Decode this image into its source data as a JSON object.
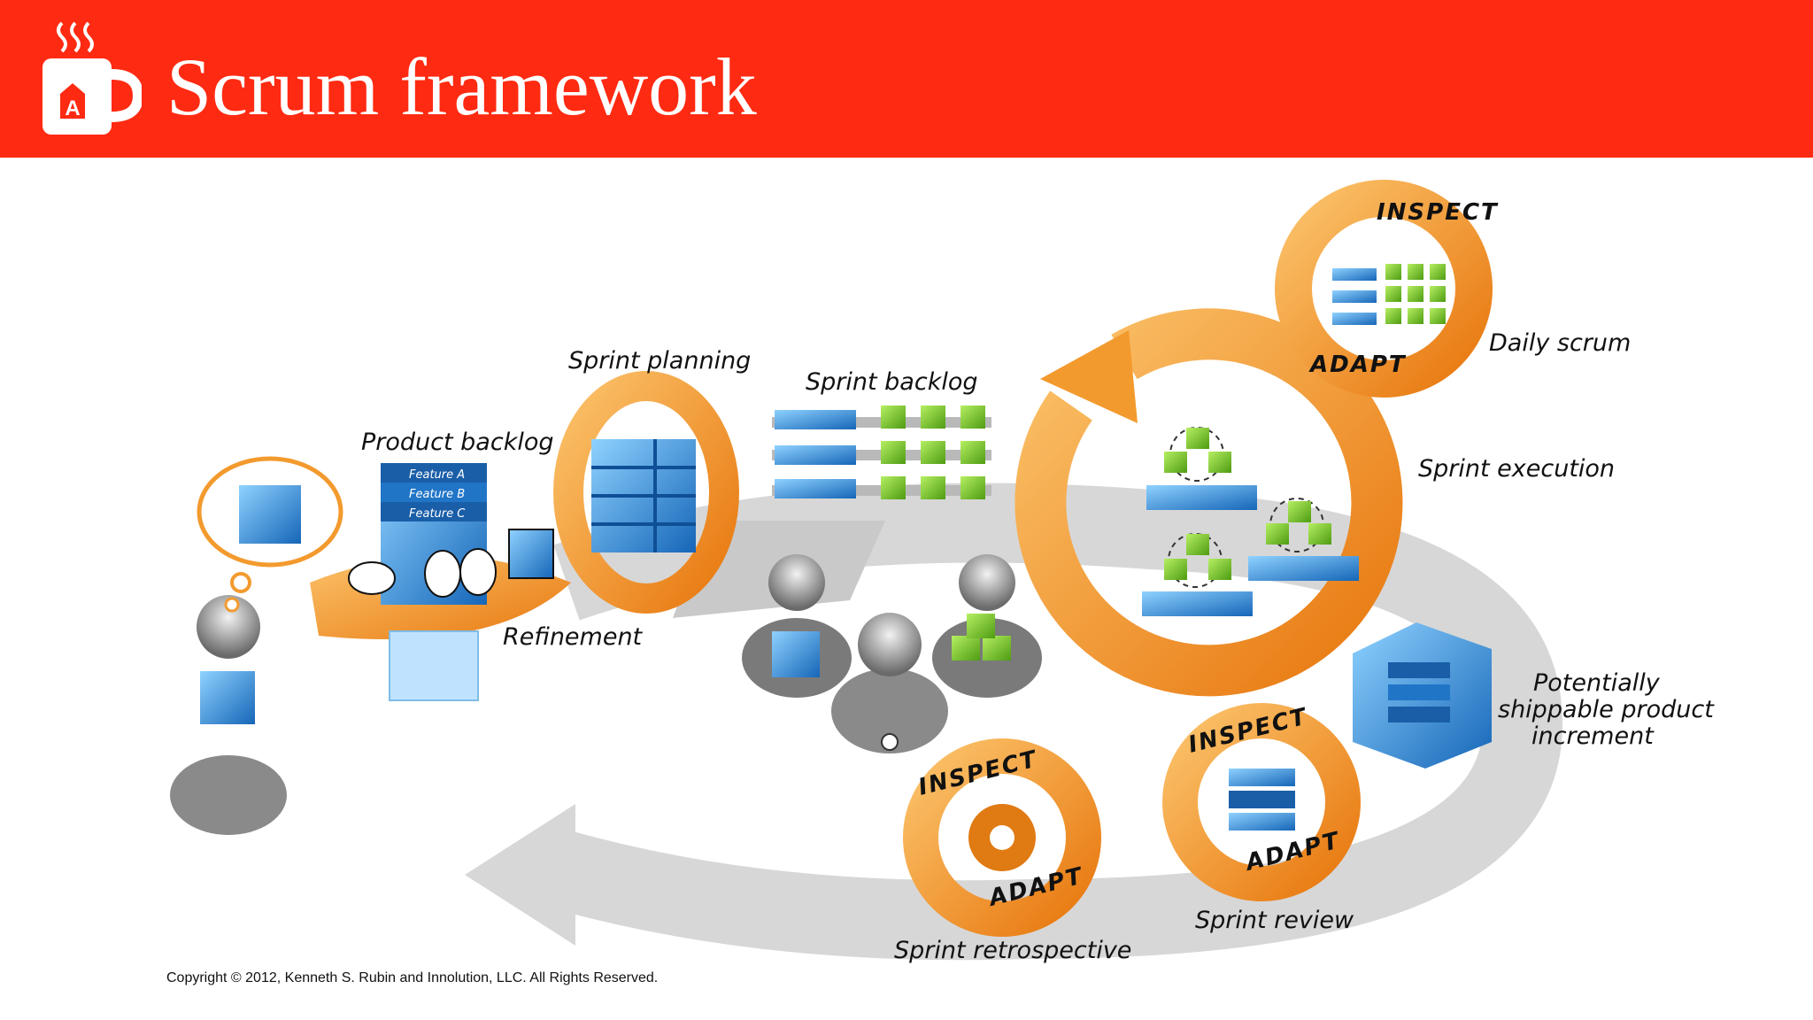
{
  "header": {
    "title": "Scrum framework",
    "background_color": "#ff2a12",
    "logo_icon": "coffee-mug-icon",
    "logo_letter": "A"
  },
  "diagram": {
    "labels": {
      "product_backlog": "Product backlog",
      "sprint_planning": "Sprint planning",
      "sprint_backlog": "Sprint backlog",
      "daily_scrum": "Daily scrum",
      "sprint_execution": "Sprint execution",
      "refinement": "Refinement",
      "potentially_line1": "Potentially",
      "potentially_line2": "shippable product",
      "potentially_line3": "increment",
      "sprint_review": "Sprint review",
      "sprint_retrospective": "Sprint retrospective"
    },
    "features": [
      "Feature A",
      "Feature B",
      "Feature C"
    ],
    "inspect_word": "INSPECT",
    "adapt_word": "ADAPT",
    "colors": {
      "orange": "#f39a2e",
      "blue": "#2a8fd6",
      "green": "#74c520",
      "gray": "#d4d4d4"
    }
  },
  "footer": {
    "copyright": "Copyright © 2012, Kenneth S. Rubin and Innolution, LLC. All Rights Reserved."
  }
}
